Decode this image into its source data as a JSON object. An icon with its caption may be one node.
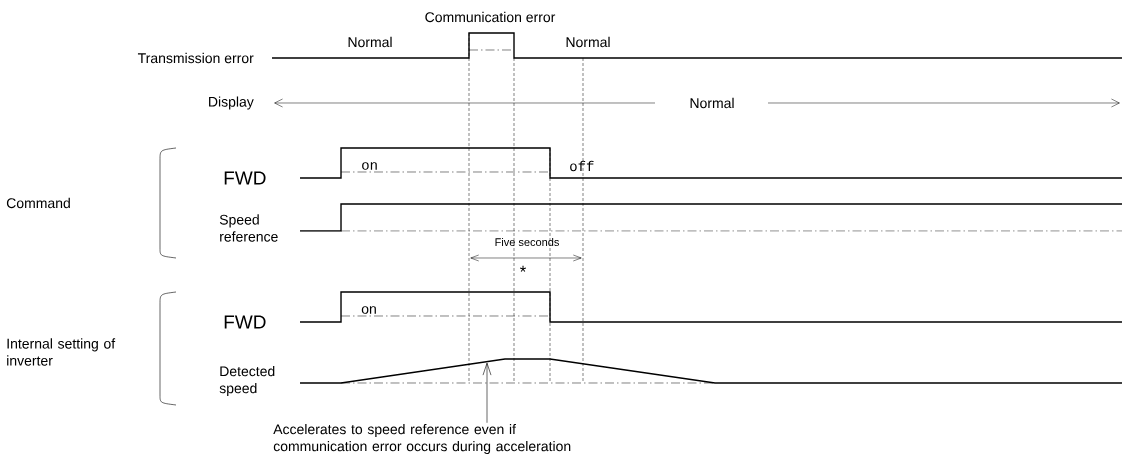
{
  "diagram": {
    "nodes": [
      {
        "text": [
          "Accelerates to speed reference even if communication error occurs during acceleration"
        ]
      },
      {
        "text": [],
        "shape": "line"
      }
    ],
    "edges": [
      {
        "from": 0,
        "to": 1,
        "arrow": "to"
      }
    ],
    "labels": [
      "Communication error",
      "Normal",
      "Normal",
      "Transmission error",
      "Display",
      "Normal",
      "Command",
      "FWD",
      "on",
      "off",
      "Speed reference",
      "Five seconds",
      "*",
      "Internal setting of inverter",
      "FWD",
      "on",
      "Detected speed"
    ]
  }
}
